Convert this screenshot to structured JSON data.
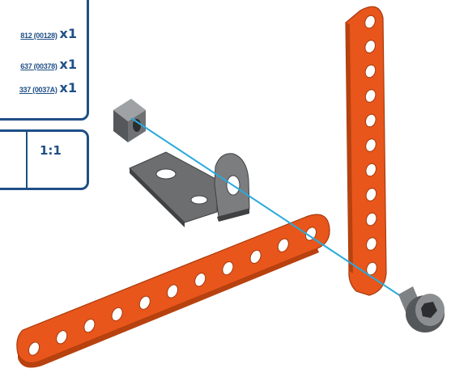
{
  "parts_list": [
    {
      "code": "812 (00128)",
      "qty": "x1"
    },
    {
      "code": "637 (00378)",
      "qty": "x1"
    },
    {
      "code": "337 (0037A)",
      "qty": "x1"
    }
  ],
  "scale": "1:1",
  "colors": {
    "panel_border": "#1f4f86",
    "strip": "#e8561b",
    "strip_edge": "#a63a0e",
    "metal": "#6c6e70",
    "assembly_line": "#2aa9dc"
  }
}
